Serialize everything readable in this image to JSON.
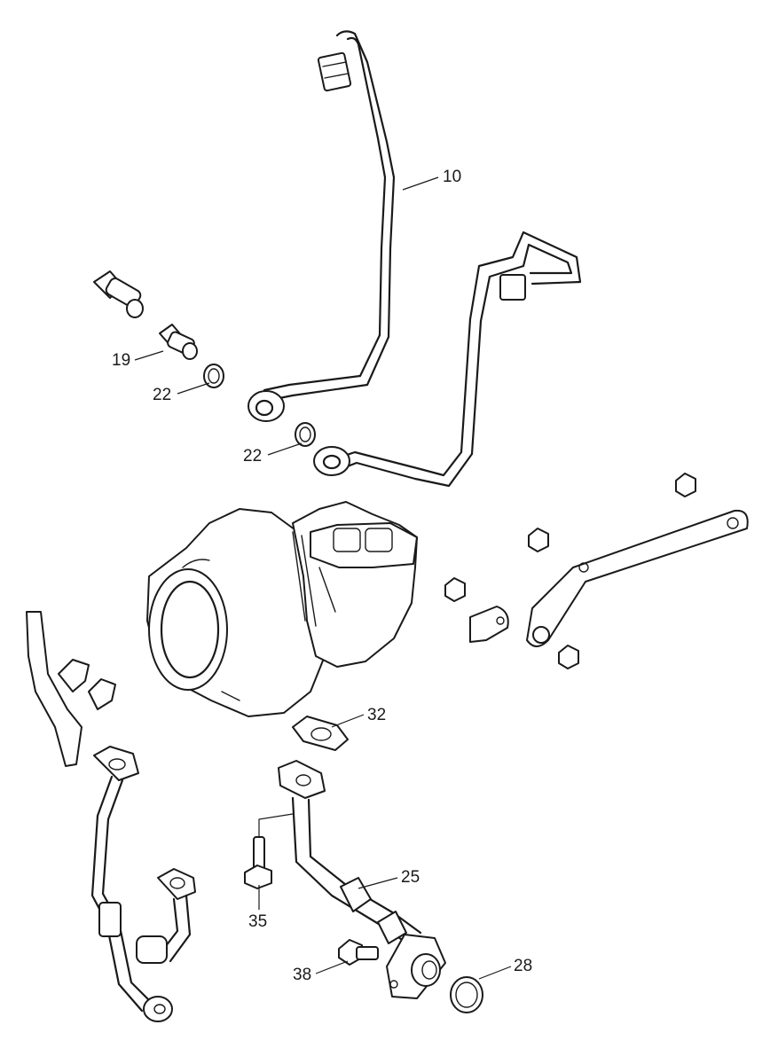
{
  "diagram": {
    "callouts": [
      {
        "id": "c10",
        "label": "10"
      },
      {
        "id": "c19",
        "label": "19"
      },
      {
        "id": "c22a",
        "label": "22"
      },
      {
        "id": "c22b",
        "label": "22"
      },
      {
        "id": "c32",
        "label": "32"
      },
      {
        "id": "c25",
        "label": "25"
      },
      {
        "id": "c35",
        "label": "35"
      },
      {
        "id": "c38",
        "label": "38"
      },
      {
        "id": "c28",
        "label": "28"
      }
    ]
  }
}
